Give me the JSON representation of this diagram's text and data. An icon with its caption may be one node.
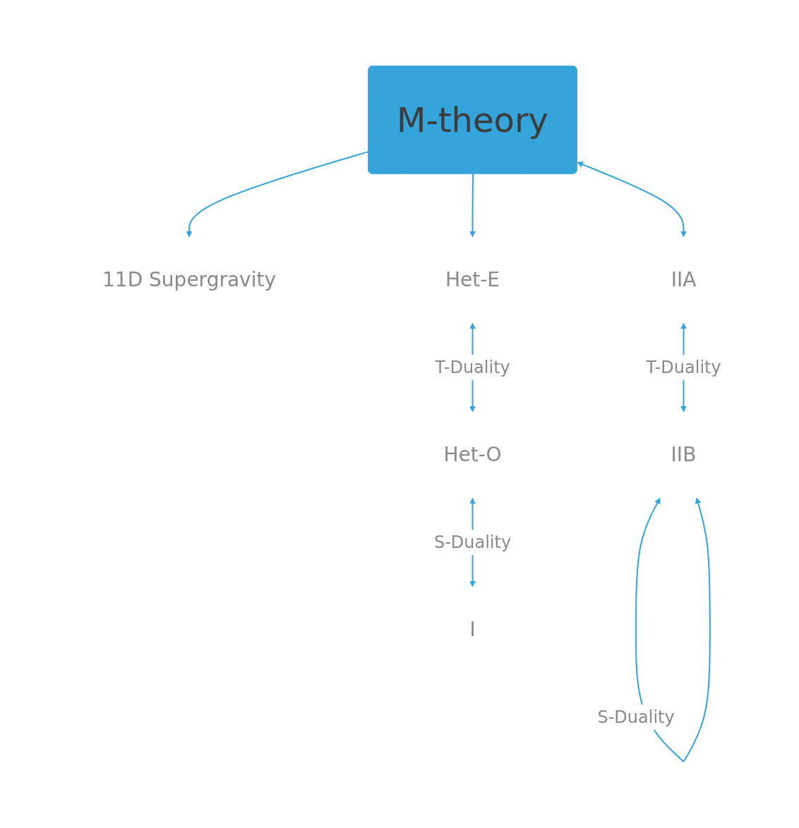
{
  "diagram": {
    "nodes": [
      {
        "text": [
          "M-theory"
        ]
      },
      {
        "text": [
          "11D Supergravity"
        ]
      },
      {
        "text": [
          "IIA"
        ]
      },
      {
        "text": [
          "Het-E"
        ]
      },
      {
        "text": [
          "IIB"
        ]
      },
      {
        "text": [
          "Het-O"
        ]
      },
      {
        "text": [
          "I"
        ]
      }
    ],
    "edges": [
      {
        "from": 0,
        "to": 1,
        "arrow": "to"
      },
      {
        "from": 0,
        "to": 2,
        "arrow": "both"
      },
      {
        "from": 0,
        "to": 3,
        "arrow": "to"
      },
      {
        "from": 2,
        "to": 4,
        "arrow": "both",
        "label": "T-Duality"
      },
      {
        "from": 3,
        "to": 5,
        "arrow": "both",
        "label": "T-Duality"
      },
      {
        "from": 4,
        "to": 4,
        "arrow": "both",
        "label": "S-Duality"
      },
      {
        "from": 5,
        "to": 6,
        "arrow": "both",
        "label": "S-Duality"
      }
    ]
  }
}
